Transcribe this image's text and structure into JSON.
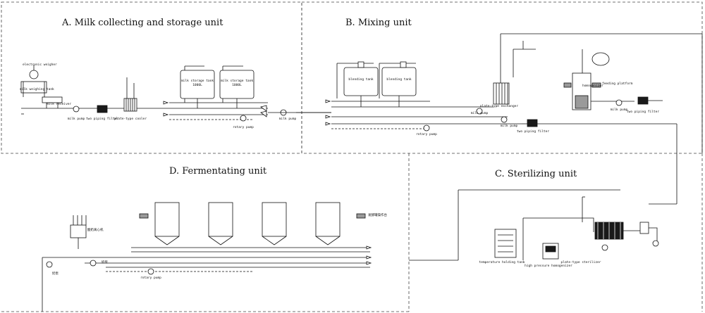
{
  "units": {
    "a": {
      "title": "A. Milk collecting and storage unit"
    },
    "b": {
      "title": "B. Mixing unit"
    },
    "c": {
      "title": "C. Sterilizing unit"
    },
    "d": {
      "title": "D. Fermentating unit"
    }
  },
  "labels": {
    "electronic_weigher": "electronic weigher",
    "milk_weighing_tank": "milk weighing tank",
    "milk_receiver": "milk receiver",
    "milk_pump_a": "milk pump",
    "two_piping_filter_a": "two piping filter",
    "plate_type_cooler": "plate-type cooler",
    "milk_storage_tank_1": "milk storage tank",
    "milk_storage_tank_1_cap": "1000L",
    "milk_storage_tank_2": "milk storage tank",
    "milk_storage_tank_2_cap": "1000L",
    "rotary_pump_a": "rotary pump",
    "milk_pump_ab": "milk pump",
    "blending_tank_1": "blending tank",
    "blending_tank_2": "blending tank",
    "plate_type_exchanger": "plate-type exchanger",
    "milk_pump_b1": "milk pump",
    "milk_pump_b2": "milk pump",
    "two_piping_filter_b": "two piping filter",
    "rotary_pump_b": "rotary pump",
    "feeding_platform": "feeding platform",
    "milk_pump_b3": "milk pump",
    "two_piping_filter_b2": "two piping filter",
    "homogenizer_label": "homogenizer",
    "temperature_holding_tank": "temperature holding tank",
    "high_pressure_homogenizer": "high pressure homogenizer",
    "plate_type_sterilizer": "plate-type sterilizer",
    "rotary_pump_d": "rotary pump",
    "d_left_label": "酸奶离心机",
    "d_pump_1": "奶泵",
    "d_pump_2": "奶泵",
    "d_right_label": "发酵罐操作台"
  },
  "colors": {
    "line": "#111111",
    "dash": "#444444",
    "equipment_fill": "#ffffff",
    "dark_fill": "#1a1a1a",
    "gray_fill": "#9a9a9a"
  }
}
